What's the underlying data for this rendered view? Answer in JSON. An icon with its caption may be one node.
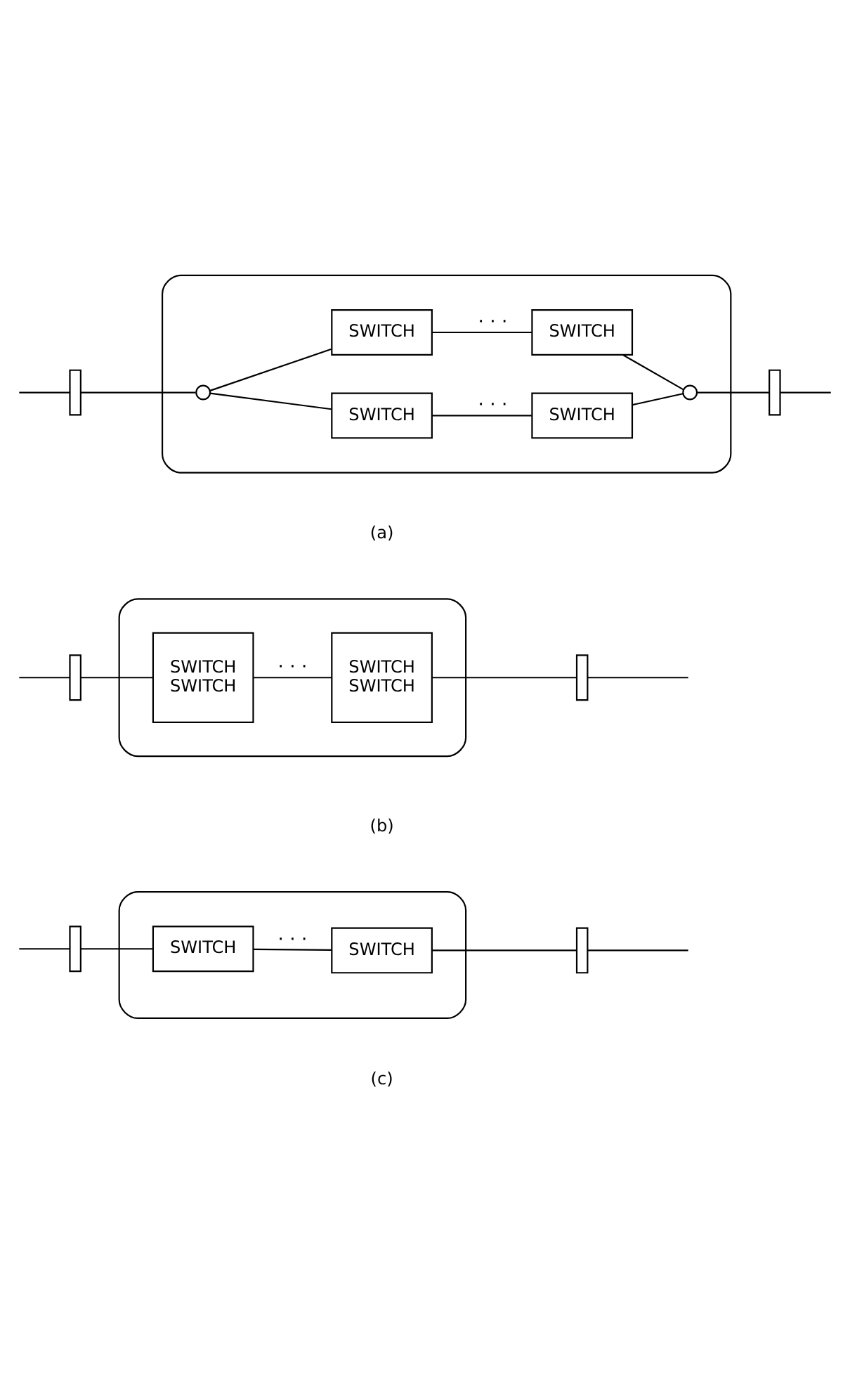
{
  "diagram": {
    "nodes": [
      {
        "text": [],
        "shape": "oval"
      },
      {
        "text": [],
        "shape": "box"
      },
      {
        "text": [],
        "shape": "circle",
        "in": 0
      },
      {
        "text": [
          "SWITCH"
        ],
        "in": 0
      },
      {
        "text": [
          "SWITCH"
        ],
        "in": 0
      },
      {
        "text": [
          "SWITCH"
        ],
        "in": 0
      },
      {
        "text": [
          "SWITCH"
        ],
        "in": 0
      },
      {
        "text": [],
        "shape": "circle",
        "in": 0
      },
      {
        "text": [],
        "shape": "box"
      },
      {
        "text": [],
        "shape": "oval"
      },
      {
        "text": [],
        "shape": "box"
      },
      {
        "text": [
          "SWITCH",
          "SWITCH"
        ],
        "in": 9
      },
      {
        "text": [
          "SWITCH",
          "SWITCH"
        ],
        "in": 9
      },
      {
        "text": [],
        "shape": "box"
      },
      {
        "text": [],
        "shape": "oval"
      },
      {
        "text": [],
        "shape": "box"
      },
      {
        "text": [
          "SWITCH"
        ],
        "in": 14
      },
      {
        "text": [
          "SWITCH"
        ],
        "in": 14
      },
      {
        "text": [],
        "shape": "box"
      }
    ],
    "edges": [
      {
        "from": null,
        "to": 1,
        "arrow": "none"
      },
      {
        "from": 1,
        "to": 2,
        "arrow": "none"
      },
      {
        "from": 2,
        "to": 3,
        "arrow": "none"
      },
      {
        "from": 2,
        "to": 5,
        "arrow": "none"
      },
      {
        "from": 3,
        "to": 4,
        "arrow": "none",
        "label": "· · ·"
      },
      {
        "from": 5,
        "to": 6,
        "arrow": "none",
        "label": "· · ·"
      },
      {
        "from": 4,
        "to": 7,
        "arrow": "none"
      },
      {
        "from": 6,
        "to": 7,
        "arrow": "none"
      },
      {
        "from": 7,
        "to": 8,
        "arrow": "none"
      },
      {
        "from": 8,
        "to": null,
        "arrow": "none"
      },
      {
        "from": null,
        "to": 10,
        "arrow": "none"
      },
      {
        "from": 10,
        "to": 11,
        "arrow": "none"
      },
      {
        "from": 11,
        "to": 12,
        "arrow": "none",
        "label": "· · ·"
      },
      {
        "from": 12,
        "to": 13,
        "arrow": "none"
      },
      {
        "from": 13,
        "to": null,
        "arrow": "none"
      },
      {
        "from": null,
        "to": 15,
        "arrow": "none"
      },
      {
        "from": 15,
        "to": 16,
        "arrow": "none"
      },
      {
        "from": 16,
        "to": 17,
        "arrow": "none",
        "label": "· · ·"
      },
      {
        "from": 17,
        "to": 18,
        "arrow": "none"
      },
      {
        "from": 18,
        "to": null,
        "arrow": "none"
      }
    ],
    "labels": [
      "(a)",
      "(b)",
      "(c)"
    ]
  }
}
